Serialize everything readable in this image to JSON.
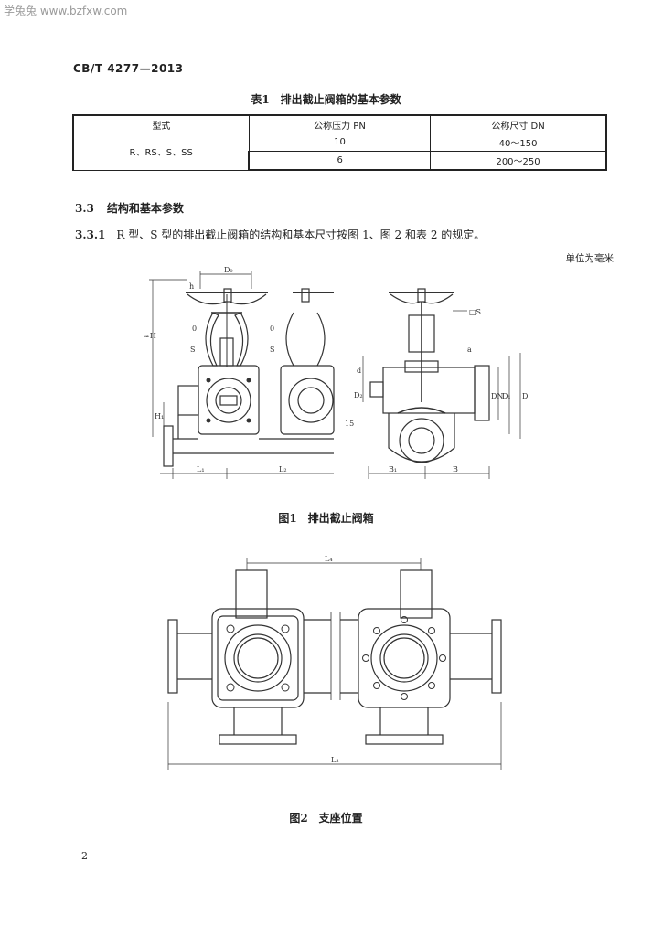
{
  "watermark": "学兔兔 www.bzfxw.com",
  "header": {
    "standard_no": "CB/T 4277—2013"
  },
  "table1": {
    "title": "表1　排出截止阀箱的基本参数",
    "headers": [
      "型式",
      "公称压力 PN",
      "公称尺寸 DN"
    ],
    "type_cell": "R、RS、S、SS",
    "rows": [
      {
        "pn": "10",
        "dn": "40～150"
      },
      {
        "pn": "6",
        "dn": "200～250"
      }
    ]
  },
  "section": {
    "number": "3.3",
    "title": "结构和基本参数"
  },
  "clause": {
    "number": "3.3.1",
    "text": "R 型、S 型的排出截止阀箱的结构和基本尺寸按图 1、图 2 和表 2 的规定。"
  },
  "unit_note": "单位为毫米",
  "figure1": {
    "caption": "图1　排出截止阀箱",
    "labels": {
      "d0": "D₀",
      "h": "h",
      "s": "S",
      "o": "0",
      "hmax": "≈H",
      "h1": "H₁",
      "l1": "L₁",
      "l2": "L₂",
      "sq": "□S",
      "a": "a",
      "d": "d",
      "d2": "D₂",
      "dn": "DN",
      "d1": "D₁",
      "dd": "D",
      "b1": "B₁",
      "n": "15",
      "b": "B"
    }
  },
  "figure2": {
    "caption": "图2　支座位置",
    "labels": {
      "l4": "L₄",
      "l3": "L₃"
    }
  },
  "page_number": "2"
}
